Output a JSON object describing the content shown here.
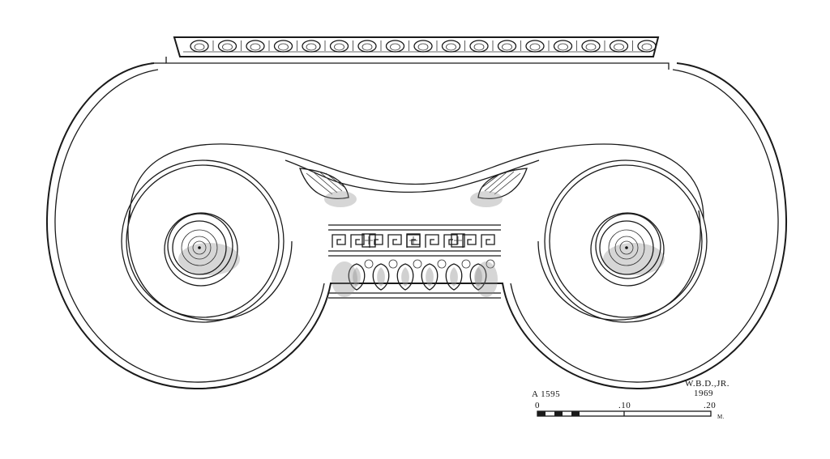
{
  "drawing": {
    "catalog_number": "A 1595",
    "author": "W.B.D.,JR.",
    "year": "1969"
  },
  "scale_bar": {
    "tick_labels": [
      "0",
      ".10",
      ".20"
    ],
    "unit": "M."
  },
  "colors": {
    "ink": "#1a1a1a",
    "paper": "#ffffff",
    "shading": "#8a8a8a"
  }
}
